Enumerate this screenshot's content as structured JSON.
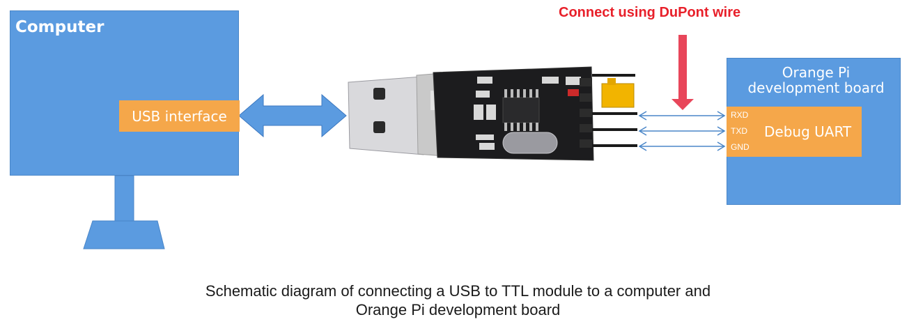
{
  "computer": {
    "title": "Computer",
    "usb_interface": "USB interface"
  },
  "board": {
    "title_line1": "Orange Pi",
    "title_line2": "development board",
    "uart_label": "Debug UART",
    "pins": [
      "RXD",
      "TXD",
      "GND"
    ]
  },
  "connect_label": "Connect using DuPont wire",
  "caption": {
    "line1": "Schematic diagram of connecting a USB to TTL module to a computer and",
    "line2": "Orange Pi development board"
  },
  "colors": {
    "blue": "#5b9be0",
    "orange": "#f5a74a",
    "red": "#e8202a",
    "pcb": "#1c1c1e",
    "connector_pin": "#f2b400"
  },
  "icons": [
    "computer-monitor-icon",
    "usb-ttl-module-icon",
    "double-arrow-icon",
    "down-arrow-icon"
  ]
}
